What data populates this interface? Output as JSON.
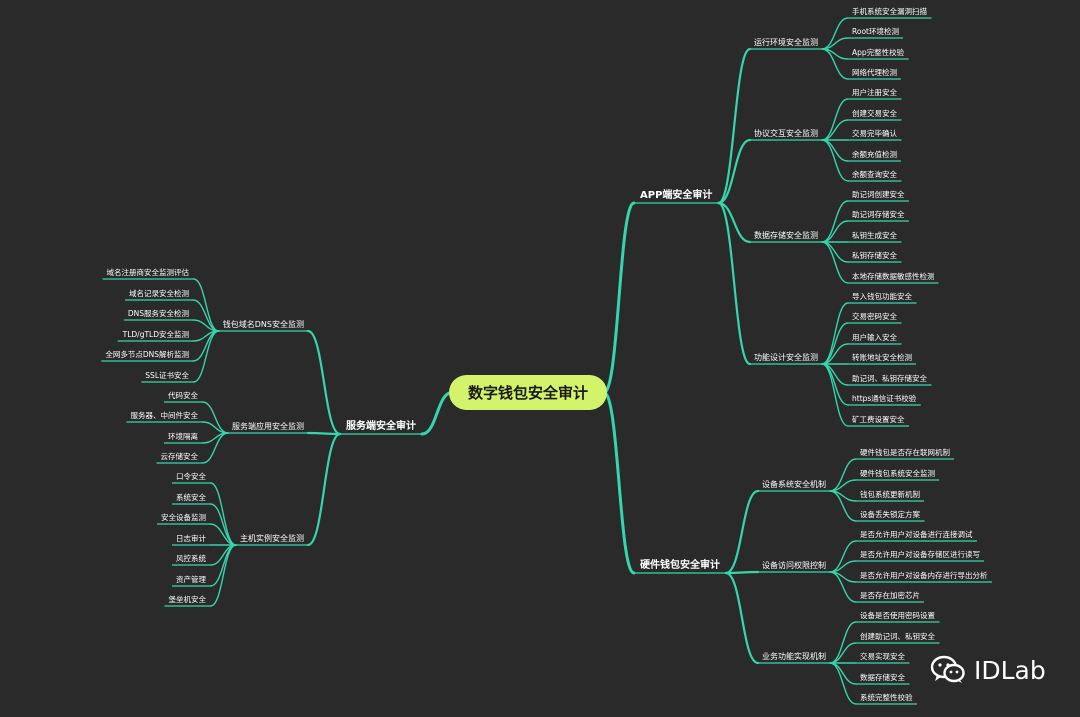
{
  "root": "数字钱包安全审计",
  "branches": [
    {
      "label": "APP端安全审计",
      "groups": [
        {
          "label": "运行环境安全监测",
          "items": [
            "手机系统安全漏洞扫描",
            "Root环境检测",
            "App完整性校验",
            "网络代理检测"
          ]
        },
        {
          "label": "协议交互安全监测",
          "items": [
            "用户注册安全",
            "创建交易安全",
            "交易完毕确认",
            "余额充值检测",
            "余额查询安全"
          ]
        },
        {
          "label": "数据存储安全监测",
          "items": [
            "助记词创建安全",
            "助记词存储安全",
            "私钥生成安全",
            "私钥存储安全",
            "本地存储数据敏感性检测"
          ]
        },
        {
          "label": "功能设计安全监测",
          "items": [
            "导入钱包功能安全",
            "交易密码安全",
            "用户输入安全",
            "转账地址安全检测",
            "助记词、私钥存储安全",
            "https通信证书校验",
            "矿工费设置安全"
          ]
        }
      ]
    },
    {
      "label": "硬件钱包安全审计",
      "groups": [
        {
          "label": "设备系统安全机制",
          "items": [
            "硬件钱包是否存在联网机制",
            "硬件钱包系统安全监测",
            "钱包系统更新机制",
            "设备丢失锁定方案"
          ]
        },
        {
          "label": "设备访问权限控制",
          "items": [
            "是否允许用户对设备进行连接调试",
            "是否允许用户对设备存储区进行读写",
            "是否允许用户对设备内存进行导出分析",
            "是否存在加密芯片"
          ]
        },
        {
          "label": "业务功能实现机制",
          "items": [
            "设备是否使用密码设置",
            "创建助记词、私钥安全",
            "交易实现安全",
            "数据存储安全",
            "系统完整性校验"
          ]
        }
      ]
    },
    {
      "label": "服务端安全审计",
      "groups": [
        {
          "label": "钱包域名DNS安全监测",
          "items": [
            "域名注册商安全监测评估",
            "域名记录安全检测",
            "DNS服务安全检测",
            "TLD/gTLD安全监测",
            "全网多节点DNS解析监测",
            "SSL证书安全"
          ]
        },
        {
          "label": "服务端应用安全监测",
          "items": [
            "代码安全",
            "服务器、中间件安全",
            "环境隔离",
            "云存储安全"
          ]
        },
        {
          "label": "主机实例安全监测",
          "items": [
            "口令安全",
            "系统安全",
            "安全设备监测",
            "日志审计",
            "风控系统",
            "资产管理",
            "堡垒机安全"
          ]
        }
      ]
    }
  ],
  "watermark": {
    "text": "IDLab",
    "icon": "wechat-icon"
  },
  "colors": {
    "background": "#2a2a2a",
    "line": "#35d6ad",
    "root_fill": "#d3f36b",
    "text": "#ffffff"
  }
}
